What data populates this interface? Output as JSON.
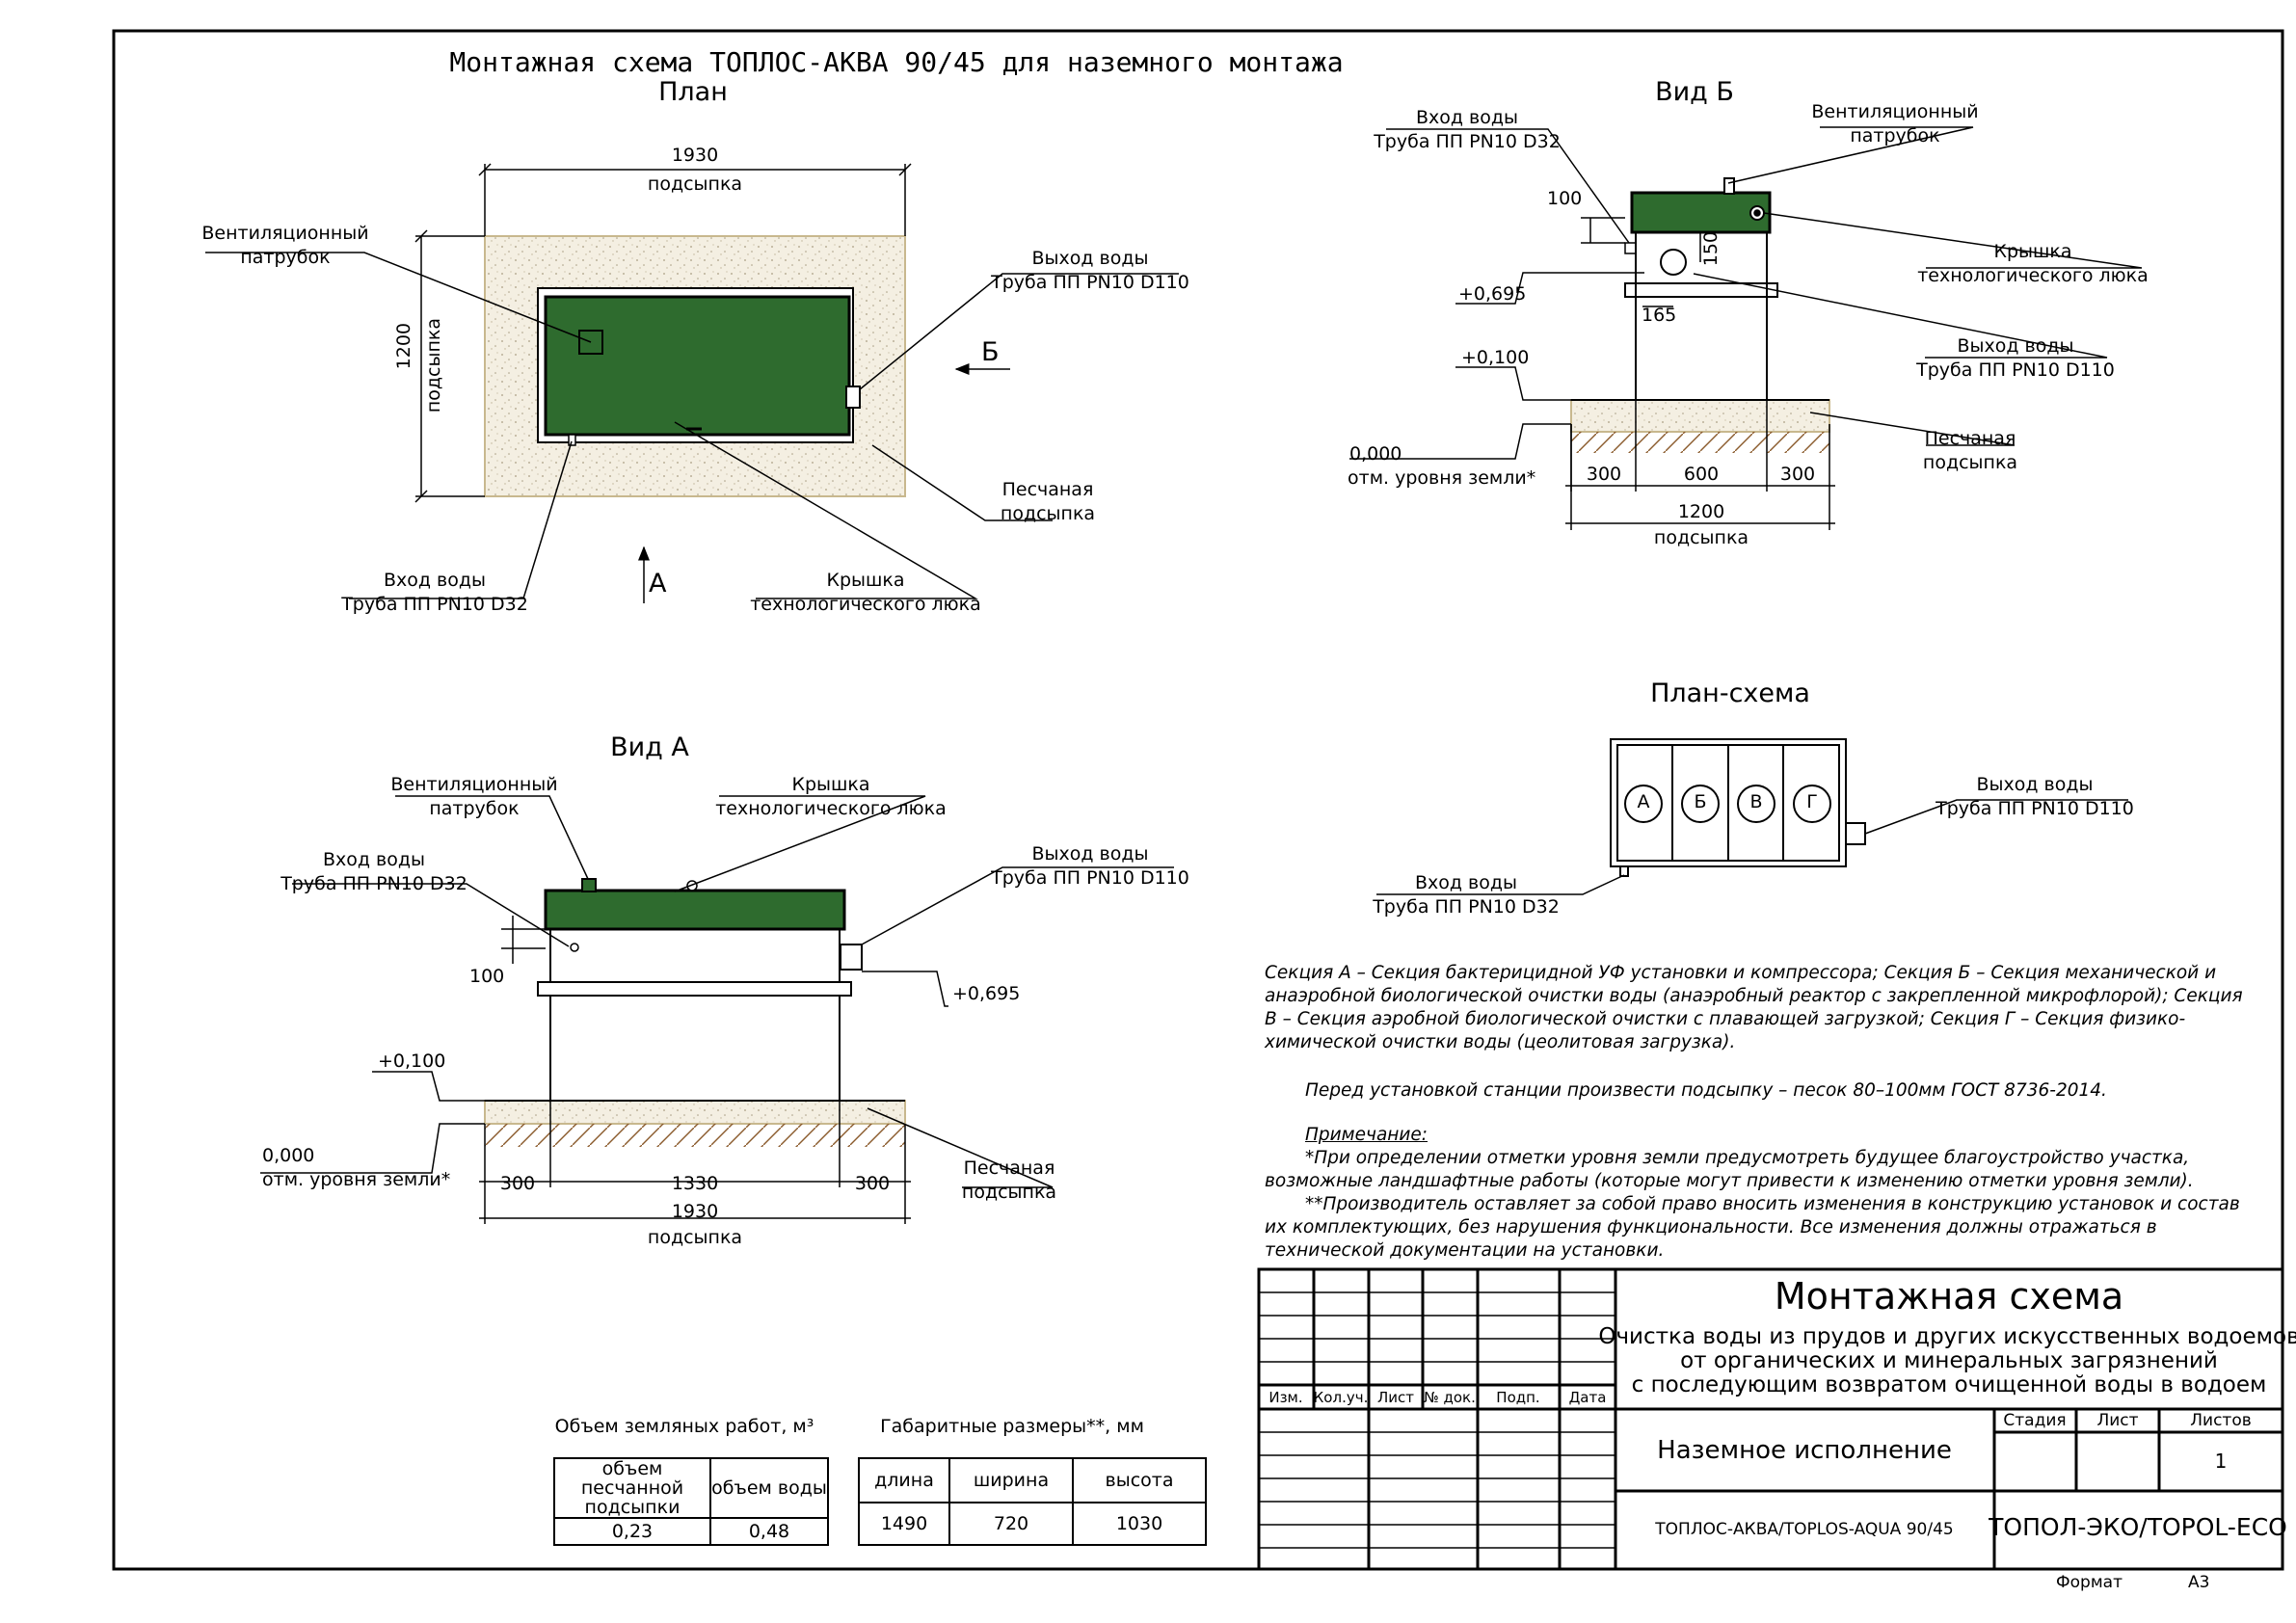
{
  "main_title": "Монтажная схема ТОПЛОС-АКВА 90/45 для наземного монтажа",
  "views": {
    "plan": "План",
    "view_b": "Вид Б",
    "view_a": "Вид А",
    "plan_scheme": "План-схема"
  },
  "labels": {
    "vent_1": "Вентиляционный",
    "vent_2": "патрубок",
    "outlet_1": "Выход воды",
    "outlet_2": "Труба ПП PN10 D110",
    "inlet_1": "Вход воды",
    "inlet_2": "Труба ПП PN10 D32",
    "sand_1": "Песчаная",
    "sand_2": "подсыпка",
    "lid_1": "Крышка",
    "lid_2": "технологического люка",
    "ground_1": "отм. уровня земли*",
    "arrow_a": "А",
    "arrow_b": "Б"
  },
  "dims": {
    "d1930": "1930",
    "d1200": "1200",
    "fill": "подсыпка",
    "d100": "100",
    "d150": "150",
    "d165": "165",
    "d300": "300",
    "d600": "600",
    "d1330": "1330",
    "e0695": "+0,695",
    "e0100": "+0,100",
    "e0000": "0,000"
  },
  "sections": [
    "А",
    "Б",
    "В",
    "Г"
  ],
  "notes": {
    "sections_text": "Секция А  – Секция бактерицидной УФ установки и компрессора; Секция Б – Секция механической и анаэробной биологической очистки воды (анаэробный реактор с закрепленной микрофлорой); Секция В – Секция аэробной биологической очистки с плавающей загрузкой; Секция Г – Секция физико-химической очистки воды (цеолитовая загрузка).",
    "sand_text": "Перед установкой станции произвести подсыпку – песок 80–100мм ГОСТ 8736-2014.",
    "remark_title": "Примечание:",
    "remark_1": "*При определении отметки уровня земли предусмотреть будущее благоустройство участка, возможные ландшафтные работы (которые могут привести к изменению отметки уровня земли).",
    "remark_2": "**Производитель оставляет за собой право вносить изменения в конструкцию установок и состав их комплектующих, без нарушения функциональности. Все изменения должны отражаться в технической документации на установки."
  },
  "earthworks": {
    "title": "Объем земляных работ, м³",
    "headers": [
      "объем песчанной подсыпки",
      "объем воды"
    ],
    "values": [
      "0,23",
      "0,48"
    ]
  },
  "dimensions_table": {
    "title": "Габаритные размеры**, мм",
    "headers": [
      "длина",
      "ширина",
      "высота"
    ],
    "values": [
      "1490",
      "720",
      "1030"
    ]
  },
  "title_block": {
    "cols": [
      "Изм.",
      "Кол.уч.",
      "Лист",
      "№ док.",
      "Подп.",
      "Дата"
    ],
    "doc_title": "Монтажная схема",
    "desc_1": "Очистка воды из прудов и других искусственных водоемов",
    "desc_2": "от органических и минеральных загрязнений",
    "desc_3": "с последующим возвратом очищенной воды в водоем",
    "version": "Наземное исполнение",
    "stage": "Стадия",
    "sheet": "Лист",
    "sheets": "Листов",
    "sheets_value": "1",
    "model": "ТОПЛОС-АКВА/TOPLOS-AQUA 90/45",
    "company": "ТОПОЛ-ЭКО/TOPOL-ECO",
    "format_label": "Формат",
    "format_value": "А3"
  }
}
